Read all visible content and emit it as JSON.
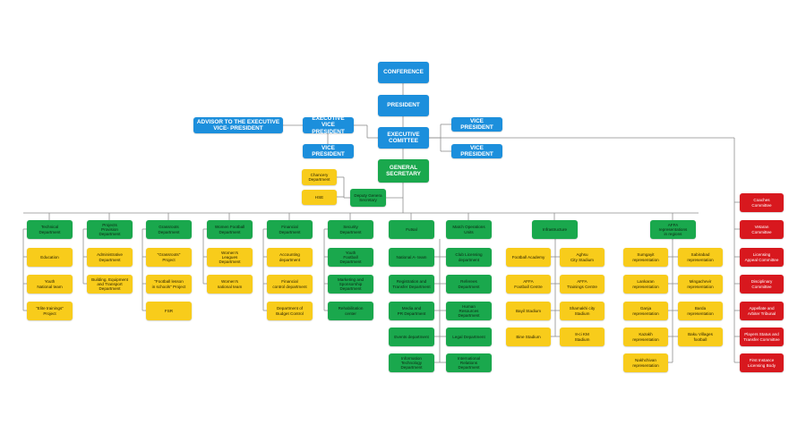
{
  "colors": {
    "top": "#1c8fdc",
    "department": "#1aa84d",
    "unit": "#f8cc1b",
    "committee": "#d8181e",
    "line": "#8e8e8e"
  },
  "top": {
    "conference": "CONFERENCE",
    "president": "PRESIDENT",
    "advisor": "ADVISOR TO THE EXECUTIVE\nVICE- PRESIDENT",
    "executive_vp": "EXECUTIVE\nVICE PRESIDENT",
    "vp_left": "VICE PRESIDENT",
    "executive_committee": "EXECUTIVE\nCOMITTEE",
    "vp_right_1": "VICE PRESIDENT",
    "vp_right_2": "VICE PRESIDENT",
    "general_secretary": "GENERAL\nSECRETARY"
  },
  "secretariat": {
    "chancery": "Chancery\nDepartment",
    "hse": "HSE",
    "deputy": "Deputy Genera\nSecretary"
  },
  "departments": {
    "technical": {
      "title": "Technical\nDepartment",
      "units": [
        "Education",
        "Youth\nNational team",
        "\"Elite trainings\"\nProject"
      ]
    },
    "projects": {
      "title": "Projects\nProvision\nDepartment",
      "units": [
        "Administrative\nDepartment",
        "Building, Equipment\nand Transport\nDepartment"
      ]
    },
    "grassroots": {
      "title": "Grassroots\nDepartment",
      "units": [
        "\"Grassroots\"\nProject",
        "\"Football lesson\nin schools\" Project",
        "FSR"
      ]
    },
    "women": {
      "title": "Women Football\nDepartment",
      "units": [
        "Women's\nLeagues\nDepartment",
        "Women's\nnational team"
      ]
    },
    "financial": {
      "title": "Financial\nDepartment",
      "units": [
        "Accounting\ndepartment",
        "Financial\ncontrol department",
        "Department of\nBudget Control"
      ]
    },
    "security": {
      "title": "Security\nDepartment",
      "units": [
        "Youth\nFootball\nDepartment",
        "Marketing and\nSponsorship\nDepartment",
        "Rehabilitation\ncenter"
      ]
    },
    "futsal": {
      "title": "Futsal",
      "units": [
        "National A- team",
        "Registration and\nTransfer Department",
        "Media and\nPR Department",
        "Events department",
        "Information\nTechnology\nDepartment"
      ]
    },
    "match_operations": {
      "title": "Match Operations\nUnits",
      "units": [
        "Club Licensing\ndepartment",
        "Referees\nDepartment",
        "Human\nResources\nDepartment",
        "Legal Department",
        "International\nRelations\nDepartment"
      ]
    },
    "infrastructure": {
      "title": "Infrastructure",
      "units_left": [
        "Football Academy",
        "AFFA\nFootball Centre",
        "Bayil Stadium",
        "Bine Stadium"
      ],
      "units_right": [
        "Aghsu\nCity Stadium",
        "AFFA\nTrainings Centre",
        "Shamakhi city\nStadium",
        "8-ci KM\nStadium"
      ]
    },
    "regions": {
      "title": "AFFA\nrepresentations\nin regions",
      "units_left": [
        "Sumgayit\nrepresentation",
        "Lankaran\nrepresentation",
        "Ganja\nrepresentation",
        "Kazakh\nrepresentation",
        "Nakhchivan\nrepresentation"
      ],
      "units_right": [
        "Sabirabad\nrepresentation",
        "Mingachevir\nrepresentation",
        "Barda\nrepresentation",
        "Baku Villages\nfootball"
      ]
    }
  },
  "committees": [
    "Coaches\nCommittee",
    "Vetaran\nCommittee",
    "Licensing\nAppeal Committee",
    "Disciplinary\nCommittee",
    "Appellate and\nArbiter Tribunal",
    "Players Status and\nTransfer Committee",
    "First Instance\nLicensing Body"
  ]
}
